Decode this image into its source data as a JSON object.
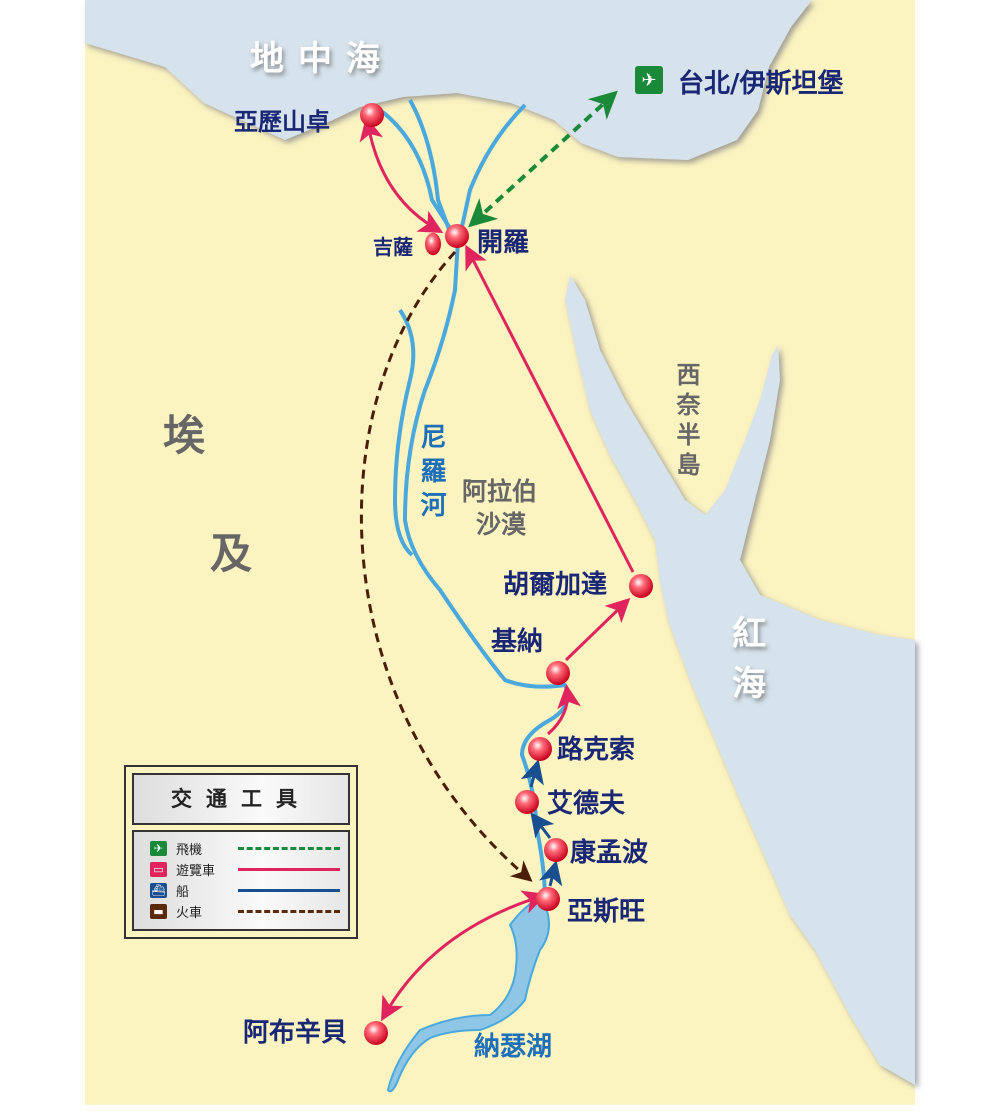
{
  "map": {
    "seas": {
      "mediterranean": "地中海",
      "red_sea": "紅海"
    },
    "regions": {
      "egypt_1": "埃",
      "egypt_2": "及",
      "sinai": "西奈半島",
      "arabian_desert_1": "阿拉伯",
      "arabian_desert_2": "沙漠"
    },
    "water": {
      "nile": "尼羅河",
      "lake_nasser": "納瑟湖"
    },
    "cities": [
      {
        "id": "alexandria",
        "name": "亞歷山卓"
      },
      {
        "id": "giza",
        "name": "吉薩"
      },
      {
        "id": "cairo",
        "name": "開羅"
      },
      {
        "id": "hurghada",
        "name": "胡爾加達"
      },
      {
        "id": "qena",
        "name": "基納"
      },
      {
        "id": "luxor",
        "name": "路克索"
      },
      {
        "id": "edfu",
        "name": "艾德夫"
      },
      {
        "id": "kom_ombo",
        "name": "康孟波"
      },
      {
        "id": "aswan",
        "name": "亞斯旺"
      },
      {
        "id": "abu_simbel",
        "name": "阿布辛貝"
      }
    ],
    "flight_destination": "台北/伊斯坦堡"
  },
  "legend": {
    "title": "交通工具",
    "items": [
      {
        "label": "飛機",
        "icon": "airplane-icon",
        "color": "#1a8a3a",
        "style": "dashed"
      },
      {
        "label": "遊覽車",
        "icon": "bus-icon",
        "color": "#e0245e",
        "style": "solid"
      },
      {
        "label": "船",
        "icon": "boat-icon",
        "color": "#1a4f8f",
        "style": "solid"
      },
      {
        "label": "火車",
        "icon": "train-icon",
        "color": "#5a2a0a",
        "style": "dotted"
      }
    ]
  },
  "colors": {
    "land": "#fbf3c0",
    "sea": "#d6e2ec",
    "river": "#4aa8dc",
    "bus": "#e0245e",
    "boat": "#1a4f8f",
    "train": "#4a1e08",
    "plane": "#1a8a3a",
    "city_text": "#1a2775"
  }
}
